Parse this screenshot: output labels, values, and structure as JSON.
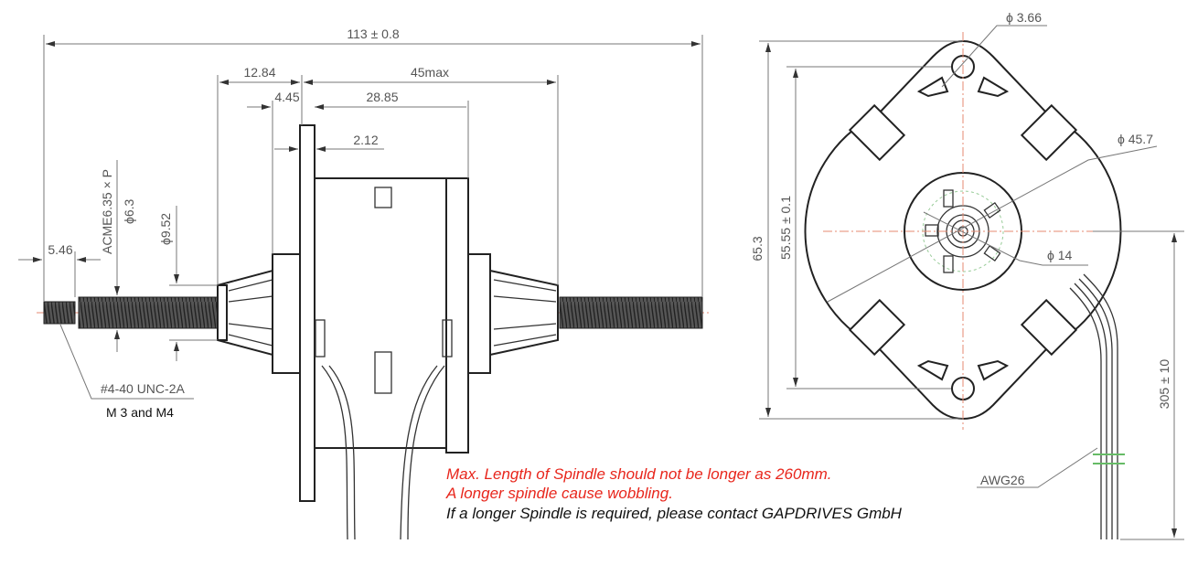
{
  "drawing": {
    "side_view": {
      "overall_length": "113 ± 0.8",
      "dim_12_84": "12.84",
      "dim_45max": "45max",
      "dim_4_45": "4.45",
      "dim_28_85": "28.85",
      "dim_2_12": "2.12",
      "dim_5_46": "5.46",
      "acme_thread": "ACME6.35 × P",
      "dia_6_3": "ϕ6.3",
      "dia_9_52": "ϕ9.52",
      "thread_callout": "#4-40 UNC-2A",
      "thread_alt": "M 3 and M4"
    },
    "front_view": {
      "dia_3_66": "ϕ 3.66",
      "dia_45_7": "ϕ 45.7",
      "dia_14": "ϕ 14",
      "height_65_3": "65.3",
      "hole_spacing": "55.55 ± 0.1",
      "lead_length": "305 ± 10",
      "wire_gauge": "AWG26"
    },
    "notes": {
      "line1": "Max. Length of Spindle should not be longer as 260mm.",
      "line2": "A longer spindle cause wobbling.",
      "line3": "If a longer Spindle is required, please contact  GAPDRIVES GmbH"
    },
    "colors": {
      "warning": "#e8261c",
      "text": "#111111",
      "centerline": "#e58a70"
    }
  }
}
